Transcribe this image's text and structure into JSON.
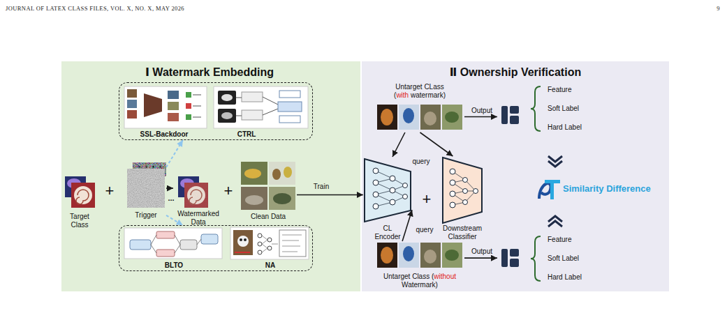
{
  "diagram": {
    "nodes": [
      {
        "text": [
          "Ⅰ Watermark Embedding"
        ]
      },
      {
        "text": [
          "Ⅱ Ownership Verification"
        ]
      },
      {
        "text": [
          "SSL-Backdoor",
          "CTRL"
        ],
        "in": 0
      },
      {
        "text": [
          "Target Class"
        ],
        "in": 0
      },
      {
        "text": [
          "Trigger"
        ],
        "in": 0
      },
      {
        "text": [
          "Watermarked Data"
        ],
        "in": 0
      },
      {
        "text": [
          "Clean Data"
        ],
        "in": 0
      },
      {
        "text": [
          "BLTO",
          "NA"
        ],
        "in": 0
      },
      {
        "text": [
          "Untarget CLass (with watermark)"
        ],
        "in": 1
      },
      {
        "text": [
          "Feature",
          "Soft Label",
          "Hard Label"
        ],
        "in": 1
      },
      {
        "text": [
          "CL Encoder"
        ],
        "in": 1
      },
      {
        "text": [
          "Downstream Classifier"
        ],
        "in": 1
      },
      {
        "text": [
          "Similarity Difference"
        ],
        "in": 1
      },
      {
        "text": [
          "Untarget Class (without Watermark)"
        ],
        "in": 1
      },
      {
        "text": [
          "Feature",
          "Soft Label",
          "Hard Label"
        ],
        "in": 1
      }
    ],
    "edges": [
      {
        "from": 4,
        "to": 5,
        "arrow": "to"
      },
      {
        "from": 4,
        "to": 2,
        "arrow": "to"
      },
      {
        "from": 4,
        "to": 7,
        "arrow": "to"
      },
      {
        "from": 6,
        "to": 10,
        "label": "Train",
        "arrow": "to"
      },
      {
        "from": 8,
        "to": 10,
        "label": "query",
        "arrow": "to"
      },
      {
        "from": 8,
        "to": 11,
        "arrow": "to"
      },
      {
        "from": 8,
        "to": 9,
        "label": "Output",
        "arrow": "to"
      },
      {
        "from": 13,
        "to": 10,
        "label": "query",
        "arrow": "to"
      },
      {
        "from": 13,
        "to": 14,
        "label": "Output",
        "arrow": "to"
      }
    ],
    "labels": [
      "JOURNAL OF LATEX CLASS FILES, VOL. X, NO. X, MAY 2026",
      "9",
      "+",
      "+",
      "+",
      "..."
    ]
  }
}
